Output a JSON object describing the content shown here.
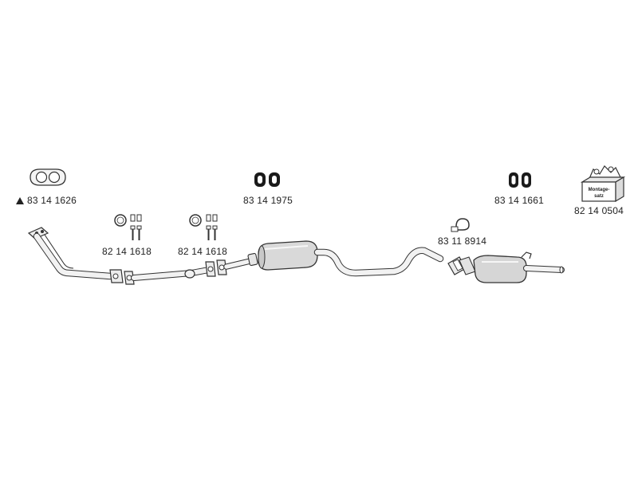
{
  "parts": {
    "gasket_front": {
      "number": "83 14 1626",
      "marked": true,
      "icon": "gasket-icon"
    },
    "hanger_middle": {
      "number": "83 14 1975",
      "icon": "rubber-hanger-icon"
    },
    "hanger_rear": {
      "number": "83 14 1661",
      "icon": "rubber-hanger-icon"
    },
    "mounting_kit": {
      "number": "82 14 0504",
      "icon": "mounting-kit-box-icon",
      "box_text": "Montage-satz"
    },
    "bolt_kit_front": {
      "number": "82 14 1618",
      "icon": "ring-and-bolts-icon"
    },
    "bolt_kit_middle": {
      "number": "82 14 1618",
      "icon": "ring-and-bolts-icon"
    },
    "clamp_rear": {
      "number": "83 11 8914",
      "icon": "pipe-clamp-icon"
    }
  },
  "colors": {
    "line": "#333333",
    "fill_light": "#f2f2f2",
    "fill_muffler": "#d6d6d6",
    "fill_dark": "#1a1a1a"
  }
}
